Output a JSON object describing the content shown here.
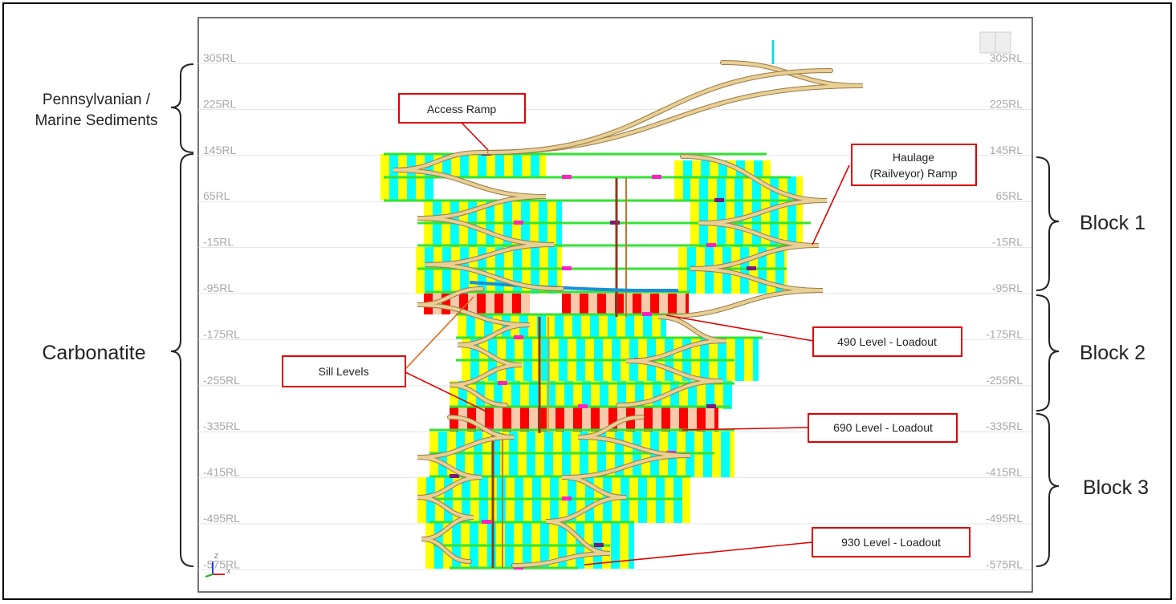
{
  "rl_levels": [
    "305RL",
    "225RL",
    "145RL",
    "65RL",
    "-15RL",
    "-95RL",
    "-175RL",
    "-255RL",
    "-335RL",
    "-415RL",
    "-495RL",
    "-575RL"
  ],
  "zones": {
    "sediments_line1": "Pennsylvanian /",
    "sediments_line2": "Marine Sediments",
    "carbonatite": "Carbonatite"
  },
  "blocks": [
    "Block 1",
    "Block 2",
    "Block 3"
  ],
  "callouts": {
    "access_ramp": "Access Ramp",
    "haulage_line1": "Haulage",
    "haulage_line2": "(Railveyor) Ramp",
    "sill_levels": "Sill Levels",
    "level_490": "490 Level - Loadout",
    "level_690": "690 Level - Loadout",
    "level_930": "930 Level - Loadout"
  },
  "axis_triad": {
    "z": "Z",
    "x": "X"
  },
  "colors": {
    "ramp": "#e8cf94",
    "level_line": "#33e333",
    "stope_yellow": "#ffff00",
    "stope_cyan": "#00ffff",
    "loadout_red": "#ff0000",
    "loadout_peach": "#f9c9aa",
    "callout_border": "#e00000"
  }
}
